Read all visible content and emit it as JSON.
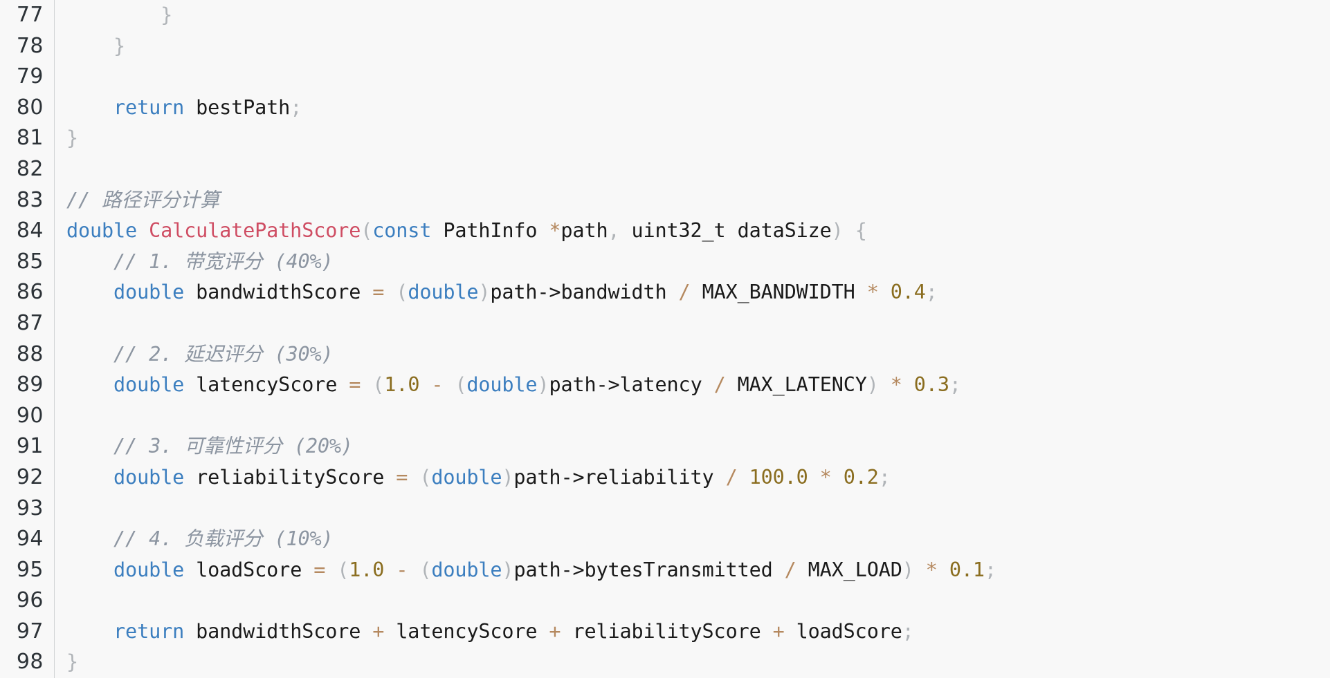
{
  "editor": {
    "language": "C",
    "first_line_number": 77,
    "last_line_number": 98,
    "colors": {
      "background": "#f8f8f8",
      "gutter_text": "#2d3338",
      "gutter_divider": "#cfd2d4",
      "keyword": "#3b7ebf",
      "function_name": "#cf4d63",
      "identifier": "#1a1a1a",
      "number": "#8a6d1f",
      "operator": "#b5895f",
      "punctuation": "#b0b4b8",
      "comment": "#8c95a1"
    }
  },
  "lines": [
    {
      "number": "77",
      "text": "        }",
      "tokens": [
        {
          "t": "        ",
          "c": "plain"
        },
        {
          "t": "}",
          "c": "punc"
        }
      ]
    },
    {
      "number": "78",
      "text": "    }",
      "tokens": [
        {
          "t": "    ",
          "c": "plain"
        },
        {
          "t": "}",
          "c": "punc"
        }
      ]
    },
    {
      "number": "79",
      "text": "",
      "tokens": []
    },
    {
      "number": "80",
      "text": "    return bestPath;",
      "tokens": [
        {
          "t": "    ",
          "c": "plain"
        },
        {
          "t": "return",
          "c": "kw"
        },
        {
          "t": " ",
          "c": "plain"
        },
        {
          "t": "bestPath",
          "c": "id"
        },
        {
          "t": ";",
          "c": "punc"
        }
      ]
    },
    {
      "number": "81",
      "text": "}",
      "tokens": [
        {
          "t": "}",
          "c": "punc"
        }
      ]
    },
    {
      "number": "82",
      "text": "",
      "tokens": []
    },
    {
      "number": "83",
      "text": "// 路径评分计算",
      "tokens": [
        {
          "t": "// 路径评分计算",
          "c": "cmt"
        }
      ]
    },
    {
      "number": "84",
      "text": "double CalculatePathScore(const PathInfo *path, uint32_t dataSize) {",
      "tokens": [
        {
          "t": "double",
          "c": "kw"
        },
        {
          "t": " ",
          "c": "plain"
        },
        {
          "t": "CalculatePathScore",
          "c": "fn"
        },
        {
          "t": "(",
          "c": "punc"
        },
        {
          "t": "const",
          "c": "kw"
        },
        {
          "t": " ",
          "c": "plain"
        },
        {
          "t": "PathInfo",
          "c": "id"
        },
        {
          "t": " ",
          "c": "plain"
        },
        {
          "t": "*",
          "c": "op"
        },
        {
          "t": "path",
          "c": "id"
        },
        {
          "t": ",",
          "c": "punc"
        },
        {
          "t": " ",
          "c": "plain"
        },
        {
          "t": "uint32_t",
          "c": "id"
        },
        {
          "t": " ",
          "c": "plain"
        },
        {
          "t": "dataSize",
          "c": "id"
        },
        {
          "t": ")",
          "c": "punc"
        },
        {
          "t": " ",
          "c": "plain"
        },
        {
          "t": "{",
          "c": "punc"
        }
      ]
    },
    {
      "number": "85",
      "text": "    // 1. 带宽评分 (40%)",
      "tokens": [
        {
          "t": "    ",
          "c": "plain"
        },
        {
          "t": "// 1. 带宽评分 (40%)",
          "c": "cmt"
        }
      ]
    },
    {
      "number": "86",
      "text": "    double bandwidthScore = (double)path->bandwidth / MAX_BANDWIDTH * 0.4;",
      "tokens": [
        {
          "t": "    ",
          "c": "plain"
        },
        {
          "t": "double",
          "c": "kw"
        },
        {
          "t": " ",
          "c": "plain"
        },
        {
          "t": "bandwidthScore",
          "c": "id"
        },
        {
          "t": " ",
          "c": "plain"
        },
        {
          "t": "=",
          "c": "op"
        },
        {
          "t": " ",
          "c": "plain"
        },
        {
          "t": "(",
          "c": "punc"
        },
        {
          "t": "double",
          "c": "kw"
        },
        {
          "t": ")",
          "c": "punc"
        },
        {
          "t": "path->bandwidth",
          "c": "id"
        },
        {
          "t": " ",
          "c": "plain"
        },
        {
          "t": "/",
          "c": "op"
        },
        {
          "t": " ",
          "c": "plain"
        },
        {
          "t": "MAX_BANDWIDTH",
          "c": "id"
        },
        {
          "t": " ",
          "c": "plain"
        },
        {
          "t": "*",
          "c": "op"
        },
        {
          "t": " ",
          "c": "plain"
        },
        {
          "t": "0.4",
          "c": "num"
        },
        {
          "t": ";",
          "c": "punc"
        }
      ]
    },
    {
      "number": "87",
      "text": "",
      "tokens": []
    },
    {
      "number": "88",
      "text": "    // 2. 延迟评分 (30%)",
      "tokens": [
        {
          "t": "    ",
          "c": "plain"
        },
        {
          "t": "// 2. 延迟评分 (30%)",
          "c": "cmt"
        }
      ]
    },
    {
      "number": "89",
      "text": "    double latencyScore = (1.0 - (double)path->latency / MAX_LATENCY) * 0.3;",
      "tokens": [
        {
          "t": "    ",
          "c": "plain"
        },
        {
          "t": "double",
          "c": "kw"
        },
        {
          "t": " ",
          "c": "plain"
        },
        {
          "t": "latencyScore",
          "c": "id"
        },
        {
          "t": " ",
          "c": "plain"
        },
        {
          "t": "=",
          "c": "op"
        },
        {
          "t": " ",
          "c": "plain"
        },
        {
          "t": "(",
          "c": "punc"
        },
        {
          "t": "1.0",
          "c": "num"
        },
        {
          "t": " ",
          "c": "plain"
        },
        {
          "t": "-",
          "c": "op"
        },
        {
          "t": " ",
          "c": "plain"
        },
        {
          "t": "(",
          "c": "punc"
        },
        {
          "t": "double",
          "c": "kw"
        },
        {
          "t": ")",
          "c": "punc"
        },
        {
          "t": "path->latency",
          "c": "id"
        },
        {
          "t": " ",
          "c": "plain"
        },
        {
          "t": "/",
          "c": "op"
        },
        {
          "t": " ",
          "c": "plain"
        },
        {
          "t": "MAX_LATENCY",
          "c": "id"
        },
        {
          "t": ")",
          "c": "punc"
        },
        {
          "t": " ",
          "c": "plain"
        },
        {
          "t": "*",
          "c": "op"
        },
        {
          "t": " ",
          "c": "plain"
        },
        {
          "t": "0.3",
          "c": "num"
        },
        {
          "t": ";",
          "c": "punc"
        }
      ]
    },
    {
      "number": "90",
      "text": "",
      "tokens": []
    },
    {
      "number": "91",
      "text": "    // 3. 可靠性评分 (20%)",
      "tokens": [
        {
          "t": "    ",
          "c": "plain"
        },
        {
          "t": "// 3. 可靠性评分 (20%)",
          "c": "cmt"
        }
      ]
    },
    {
      "number": "92",
      "text": "    double reliabilityScore = (double)path->reliability / 100.0 * 0.2;",
      "tokens": [
        {
          "t": "    ",
          "c": "plain"
        },
        {
          "t": "double",
          "c": "kw"
        },
        {
          "t": " ",
          "c": "plain"
        },
        {
          "t": "reliabilityScore",
          "c": "id"
        },
        {
          "t": " ",
          "c": "plain"
        },
        {
          "t": "=",
          "c": "op"
        },
        {
          "t": " ",
          "c": "plain"
        },
        {
          "t": "(",
          "c": "punc"
        },
        {
          "t": "double",
          "c": "kw"
        },
        {
          "t": ")",
          "c": "punc"
        },
        {
          "t": "path->reliability",
          "c": "id"
        },
        {
          "t": " ",
          "c": "plain"
        },
        {
          "t": "/",
          "c": "op"
        },
        {
          "t": " ",
          "c": "plain"
        },
        {
          "t": "100.0",
          "c": "num"
        },
        {
          "t": " ",
          "c": "plain"
        },
        {
          "t": "*",
          "c": "op"
        },
        {
          "t": " ",
          "c": "plain"
        },
        {
          "t": "0.2",
          "c": "num"
        },
        {
          "t": ";",
          "c": "punc"
        }
      ]
    },
    {
      "number": "93",
      "text": "",
      "tokens": []
    },
    {
      "number": "94",
      "text": "    // 4. 负载评分 (10%)",
      "tokens": [
        {
          "t": "    ",
          "c": "plain"
        },
        {
          "t": "// 4. 负载评分 (10%)",
          "c": "cmt"
        }
      ]
    },
    {
      "number": "95",
      "text": "    double loadScore = (1.0 - (double)path->bytesTransmitted / MAX_LOAD) * 0.1;",
      "tokens": [
        {
          "t": "    ",
          "c": "plain"
        },
        {
          "t": "double",
          "c": "kw"
        },
        {
          "t": " ",
          "c": "plain"
        },
        {
          "t": "loadScore",
          "c": "id"
        },
        {
          "t": " ",
          "c": "plain"
        },
        {
          "t": "=",
          "c": "op"
        },
        {
          "t": " ",
          "c": "plain"
        },
        {
          "t": "(",
          "c": "punc"
        },
        {
          "t": "1.0",
          "c": "num"
        },
        {
          "t": " ",
          "c": "plain"
        },
        {
          "t": "-",
          "c": "op"
        },
        {
          "t": " ",
          "c": "plain"
        },
        {
          "t": "(",
          "c": "punc"
        },
        {
          "t": "double",
          "c": "kw"
        },
        {
          "t": ")",
          "c": "punc"
        },
        {
          "t": "path->bytesTransmitted",
          "c": "id"
        },
        {
          "t": " ",
          "c": "plain"
        },
        {
          "t": "/",
          "c": "op"
        },
        {
          "t": " ",
          "c": "plain"
        },
        {
          "t": "MAX_LOAD",
          "c": "id"
        },
        {
          "t": ")",
          "c": "punc"
        },
        {
          "t": " ",
          "c": "plain"
        },
        {
          "t": "*",
          "c": "op"
        },
        {
          "t": " ",
          "c": "plain"
        },
        {
          "t": "0.1",
          "c": "num"
        },
        {
          "t": ";",
          "c": "punc"
        }
      ]
    },
    {
      "number": "96",
      "text": "",
      "tokens": []
    },
    {
      "number": "97",
      "text": "    return bandwidthScore + latencyScore + reliabilityScore + loadScore;",
      "tokens": [
        {
          "t": "    ",
          "c": "plain"
        },
        {
          "t": "return",
          "c": "kw"
        },
        {
          "t": " ",
          "c": "plain"
        },
        {
          "t": "bandwidthScore",
          "c": "id"
        },
        {
          "t": " ",
          "c": "plain"
        },
        {
          "t": "+",
          "c": "op"
        },
        {
          "t": " ",
          "c": "plain"
        },
        {
          "t": "latencyScore",
          "c": "id"
        },
        {
          "t": " ",
          "c": "plain"
        },
        {
          "t": "+",
          "c": "op"
        },
        {
          "t": " ",
          "c": "plain"
        },
        {
          "t": "reliabilityScore",
          "c": "id"
        },
        {
          "t": " ",
          "c": "plain"
        },
        {
          "t": "+",
          "c": "op"
        },
        {
          "t": " ",
          "c": "plain"
        },
        {
          "t": "loadScore",
          "c": "id"
        },
        {
          "t": ";",
          "c": "punc"
        }
      ]
    },
    {
      "number": "98",
      "text": "}",
      "tokens": [
        {
          "t": "}",
          "c": "punc"
        }
      ]
    }
  ]
}
